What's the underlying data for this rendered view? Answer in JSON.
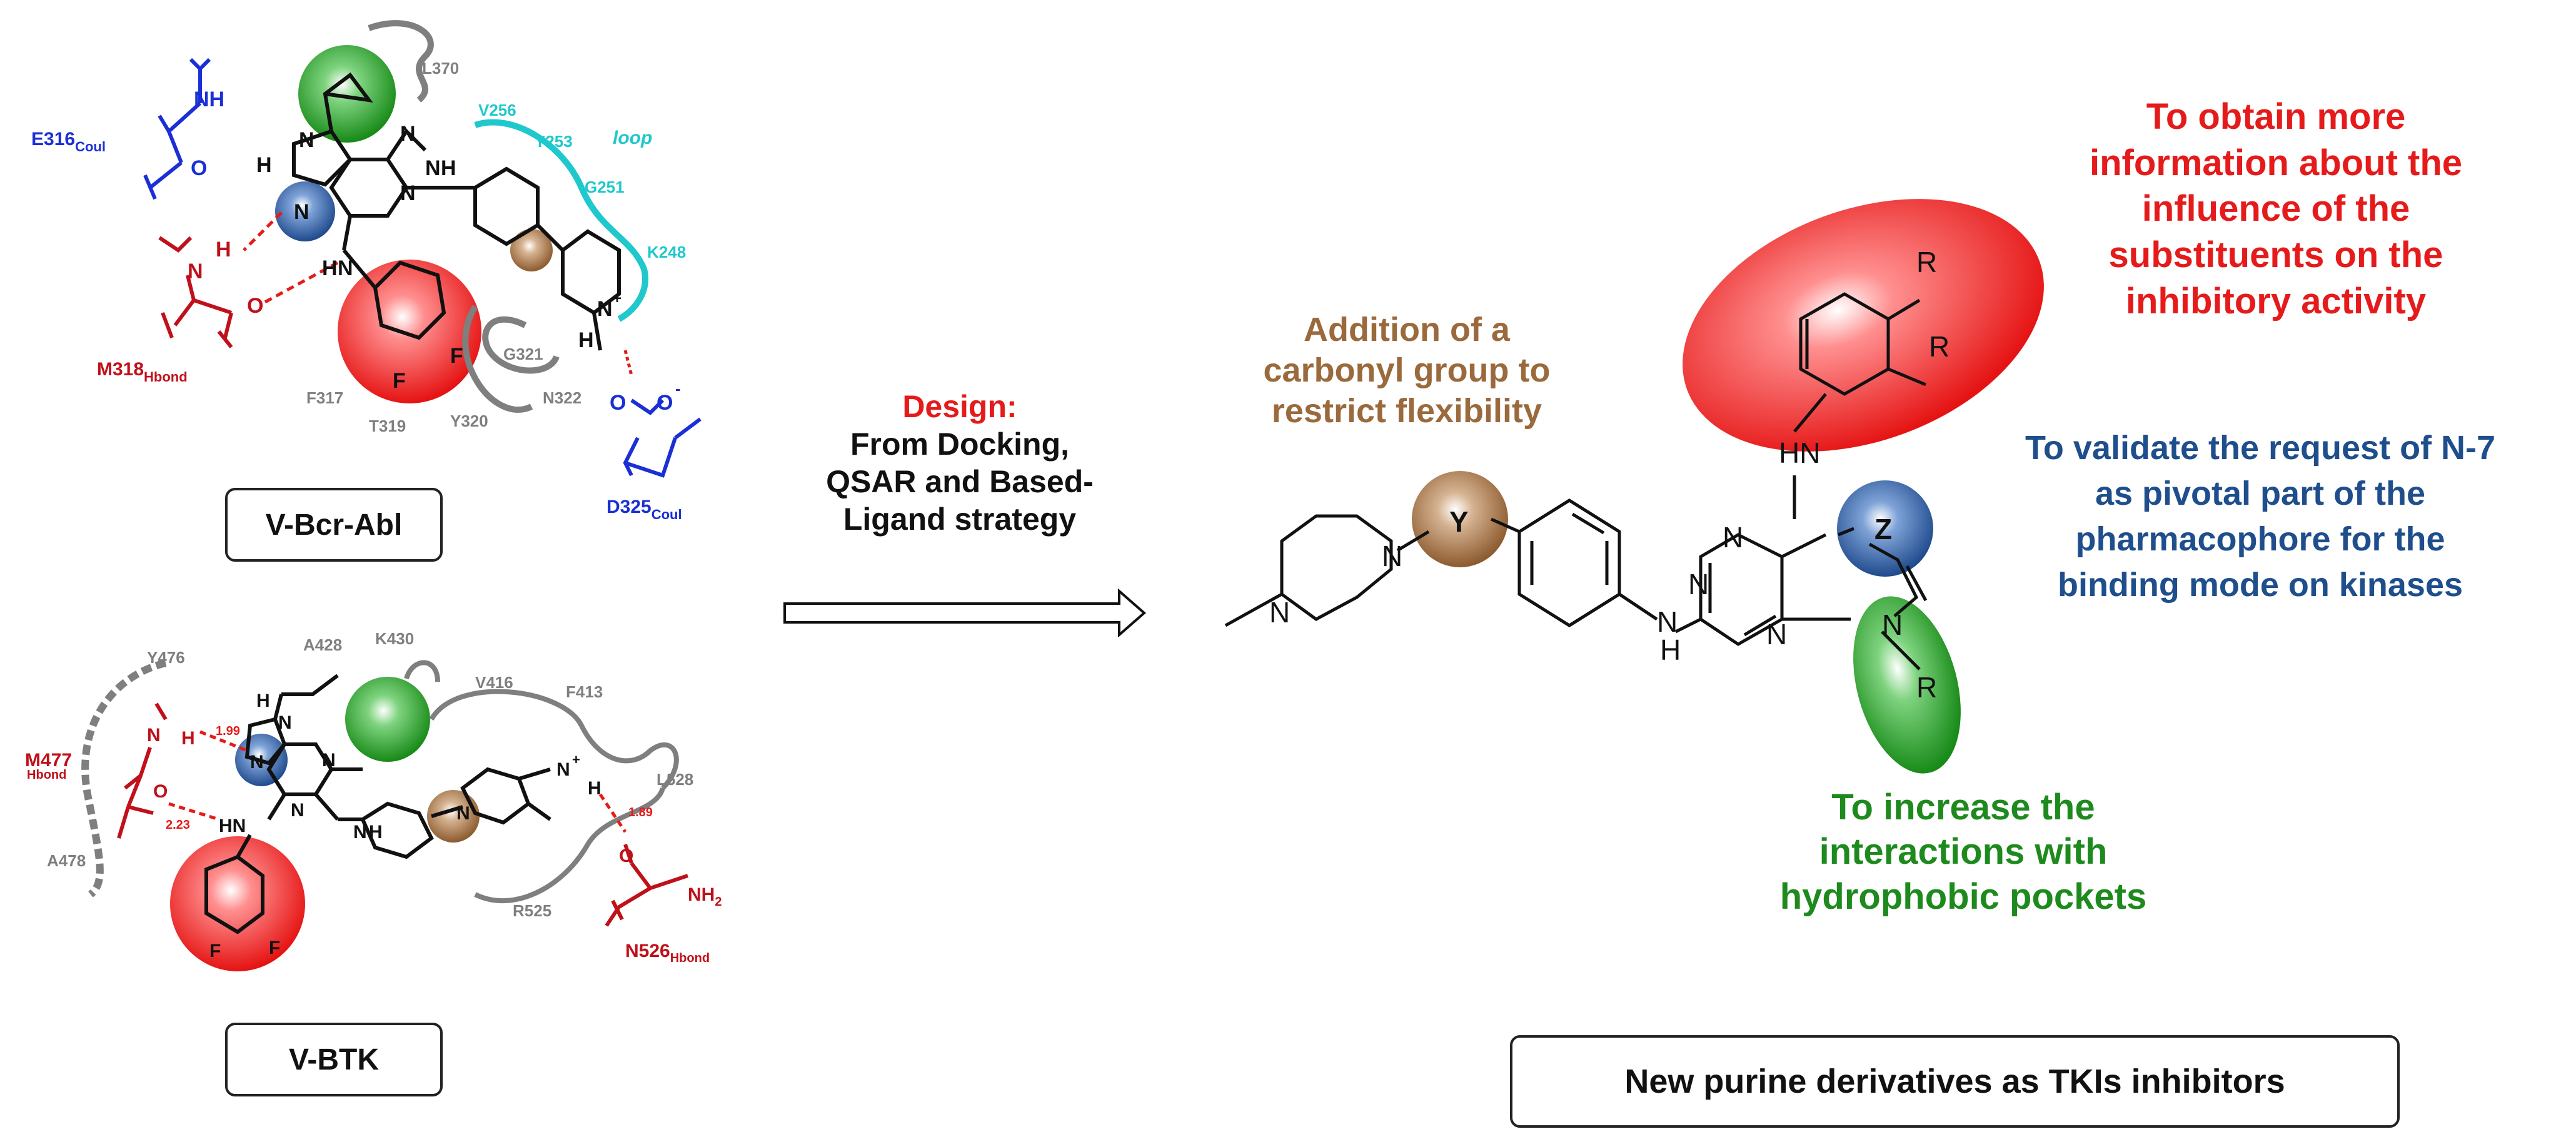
{
  "colors": {
    "red": "#e51b1b",
    "dark_red": "#c0101a",
    "blue": "#1a2fd6",
    "navy": "#1f4e8c",
    "cyan": "#1fc8cc",
    "green": "#1e8a1e",
    "brown": "#9a6a3c",
    "gray": "#7f7f7f"
  },
  "left_top": {
    "box_label": "V-Bcr-Abl",
    "residues": {
      "e316": "E316",
      "e316_sub": "Coul",
      "m318": "M318",
      "m318_sub": "Hbond",
      "d325": "D325",
      "d325_sub": "Coul",
      "l370": "L370",
      "v256": "V256",
      "y253": "Y253",
      "loop": "loop",
      "g251": "G251",
      "k248": "K248",
      "g321": "G321",
      "f317": "F317",
      "t319": "T319",
      "y320": "Y320",
      "n322": "N322"
    },
    "atoms": {
      "nh_top": "NH",
      "o_e316": "O",
      "h_m318": "H",
      "n_m318": "N",
      "o_m318": "O",
      "h8": "H",
      "n9": "N",
      "n7": "N",
      "n_ring_a": "N",
      "n_ring_b": "N",
      "hn_anil": "N",
      "h_anil": "H",
      "nh_link": "H",
      "n_link": "N",
      "f1": "F",
      "f2": "F",
      "n_pip_top": "N",
      "n_plus": "N",
      "plus": "+",
      "h_pip": "H",
      "o_asp": "O",
      "o_minus": "O",
      "minus": "-"
    }
  },
  "left_bottom": {
    "box_label": "V-BTK",
    "residues": {
      "y476": "Y476",
      "a428": "A428",
      "k430": "K430",
      "v416": "V416",
      "f413": "F413",
      "l528": "L528",
      "m477": "M477",
      "m477_sub": "Hbond",
      "a478": "A478",
      "r525": "R525",
      "n526": "N526",
      "n526_sub": "Hbond"
    },
    "distances": {
      "d1": "1.99",
      "d2": "2.23",
      "d3": "1.89"
    },
    "atoms": {
      "n_m": "N",
      "h_m": "H",
      "o_m": "O",
      "h8": "H",
      "n9": "N",
      "n7": "N",
      "hn": "HN",
      "n_pur1": "N",
      "n_pur2": "N",
      "n_link": "N",
      "h_link": "H",
      "n_pip": "N",
      "n_plus": "N",
      "plus": "+",
      "h_pip": "H",
      "o_amide": "O",
      "nh2": "NH",
      "nh2_sub": "2",
      "f1": "F",
      "f2": "F"
    }
  },
  "arrow": {
    "design_label": "Design:",
    "lines": [
      "From Docking,",
      "QSAR and Based-",
      "Ligand strategy"
    ]
  },
  "right": {
    "addition_text": [
      "Addition of a",
      "carbonyl group to",
      "restrict flexibility"
    ],
    "obtain_text": [
      "To obtain more",
      "information about the",
      "influence of the",
      "substituents on the",
      "inhibitory activity"
    ],
    "validate_text": [
      "To validate the request of N-7",
      "as pivotal part of the",
      "pharmacophore for the",
      "binding mode on kinases"
    ],
    "increase_text": [
      "To increase the",
      "interactions with",
      "hydrophobic pockets"
    ],
    "bottom_box": "New purine derivatives as TKIs inhibitors",
    "atoms": {
      "y": "Y",
      "z": "Z",
      "r_top": "R",
      "r_mid": "R",
      "r_n": "R",
      "hn": "HN",
      "n_pip1": "N",
      "n_pip2": "N",
      "n_pyr1": "N",
      "n_pyr2": "N",
      "n_pyr3": "N",
      "n_link": "N",
      "h_link": "H",
      "n9": "N"
    }
  }
}
